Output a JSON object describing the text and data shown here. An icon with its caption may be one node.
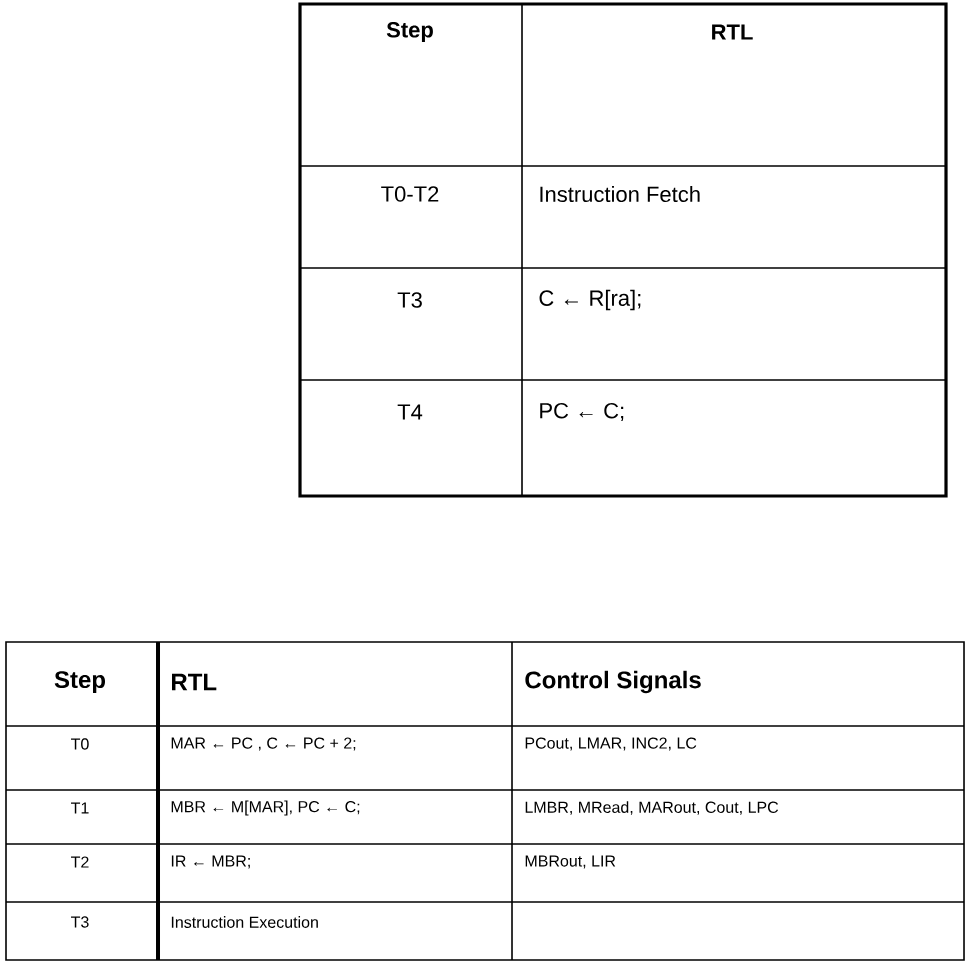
{
  "diagram": {
    "labels": [
      "Step",
      "RTL",
      "T0-T2",
      "Instruction Fetch",
      "T3",
      "C ← R[ra];",
      "T4",
      "PC ← C;",
      "Step",
      "RTL",
      "Control Signals",
      "T0",
      "MAR ← PC , C ← PC + 2;",
      "PCout, LMAR, INC2, LC",
      "T1",
      "MBR ← M[MAR], PC ← C;",
      "LMBR, MRead, MARout, Cout, LPC",
      "T2",
      "IR ← MBR;",
      "MBRout, LIR",
      "T3",
      "Instruction Execution"
    ]
  }
}
